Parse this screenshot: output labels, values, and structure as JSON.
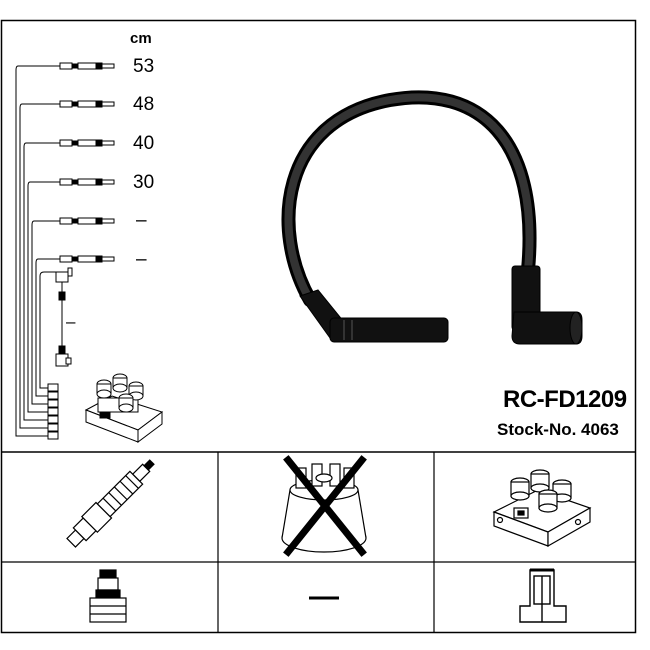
{
  "header": {
    "unit_label": "cm"
  },
  "leads": [
    {
      "length": "53"
    },
    {
      "length": "48"
    },
    {
      "length": "40"
    },
    {
      "length": "30"
    },
    {
      "length": "–"
    },
    {
      "length": "–"
    }
  ],
  "coil_lead": {
    "length": "–"
  },
  "product": {
    "title": "RC-FD1209",
    "stock": "Stock-No. 4063"
  },
  "compat_grid": {
    "row1": [
      {
        "icon": "spark-plug-icon"
      },
      {
        "icon": "distributor-cap-icon",
        "status": "not-applicable"
      },
      {
        "icon": "ignition-coil-icon"
      }
    ],
    "row2": [
      {
        "icon": "spark-plug-connector-icon"
      },
      {
        "label": "—"
      },
      {
        "icon": "coil-connector-icon"
      }
    ]
  }
}
